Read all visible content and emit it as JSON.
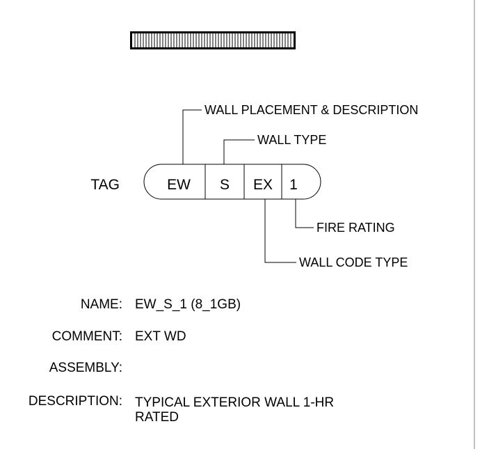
{
  "tag": {
    "label": "TAG",
    "cells": {
      "placement": "EW",
      "type": "S",
      "code": "EX",
      "rating": "1"
    }
  },
  "callouts": {
    "placement": "WALL PLACEMENT & DESCRIPTION",
    "type": "WALL TYPE",
    "rating": "FIRE RATING",
    "code": "WALL CODE TYPE"
  },
  "fields": {
    "name": {
      "label": "NAME:",
      "value": "EW_S_1 (8_1GB)"
    },
    "comment": {
      "label": "COMMENT:",
      "value": "EXT WD"
    },
    "assembly": {
      "label": "ASSEMBLY:",
      "value": ""
    },
    "description": {
      "label": "DESCRIPTION:",
      "value": "TYPICAL EXTERIOR WALL 1-HR\nRATED"
    }
  },
  "colors": {
    "ink": "#000000",
    "background": "#ffffff",
    "divider": "#808080"
  }
}
